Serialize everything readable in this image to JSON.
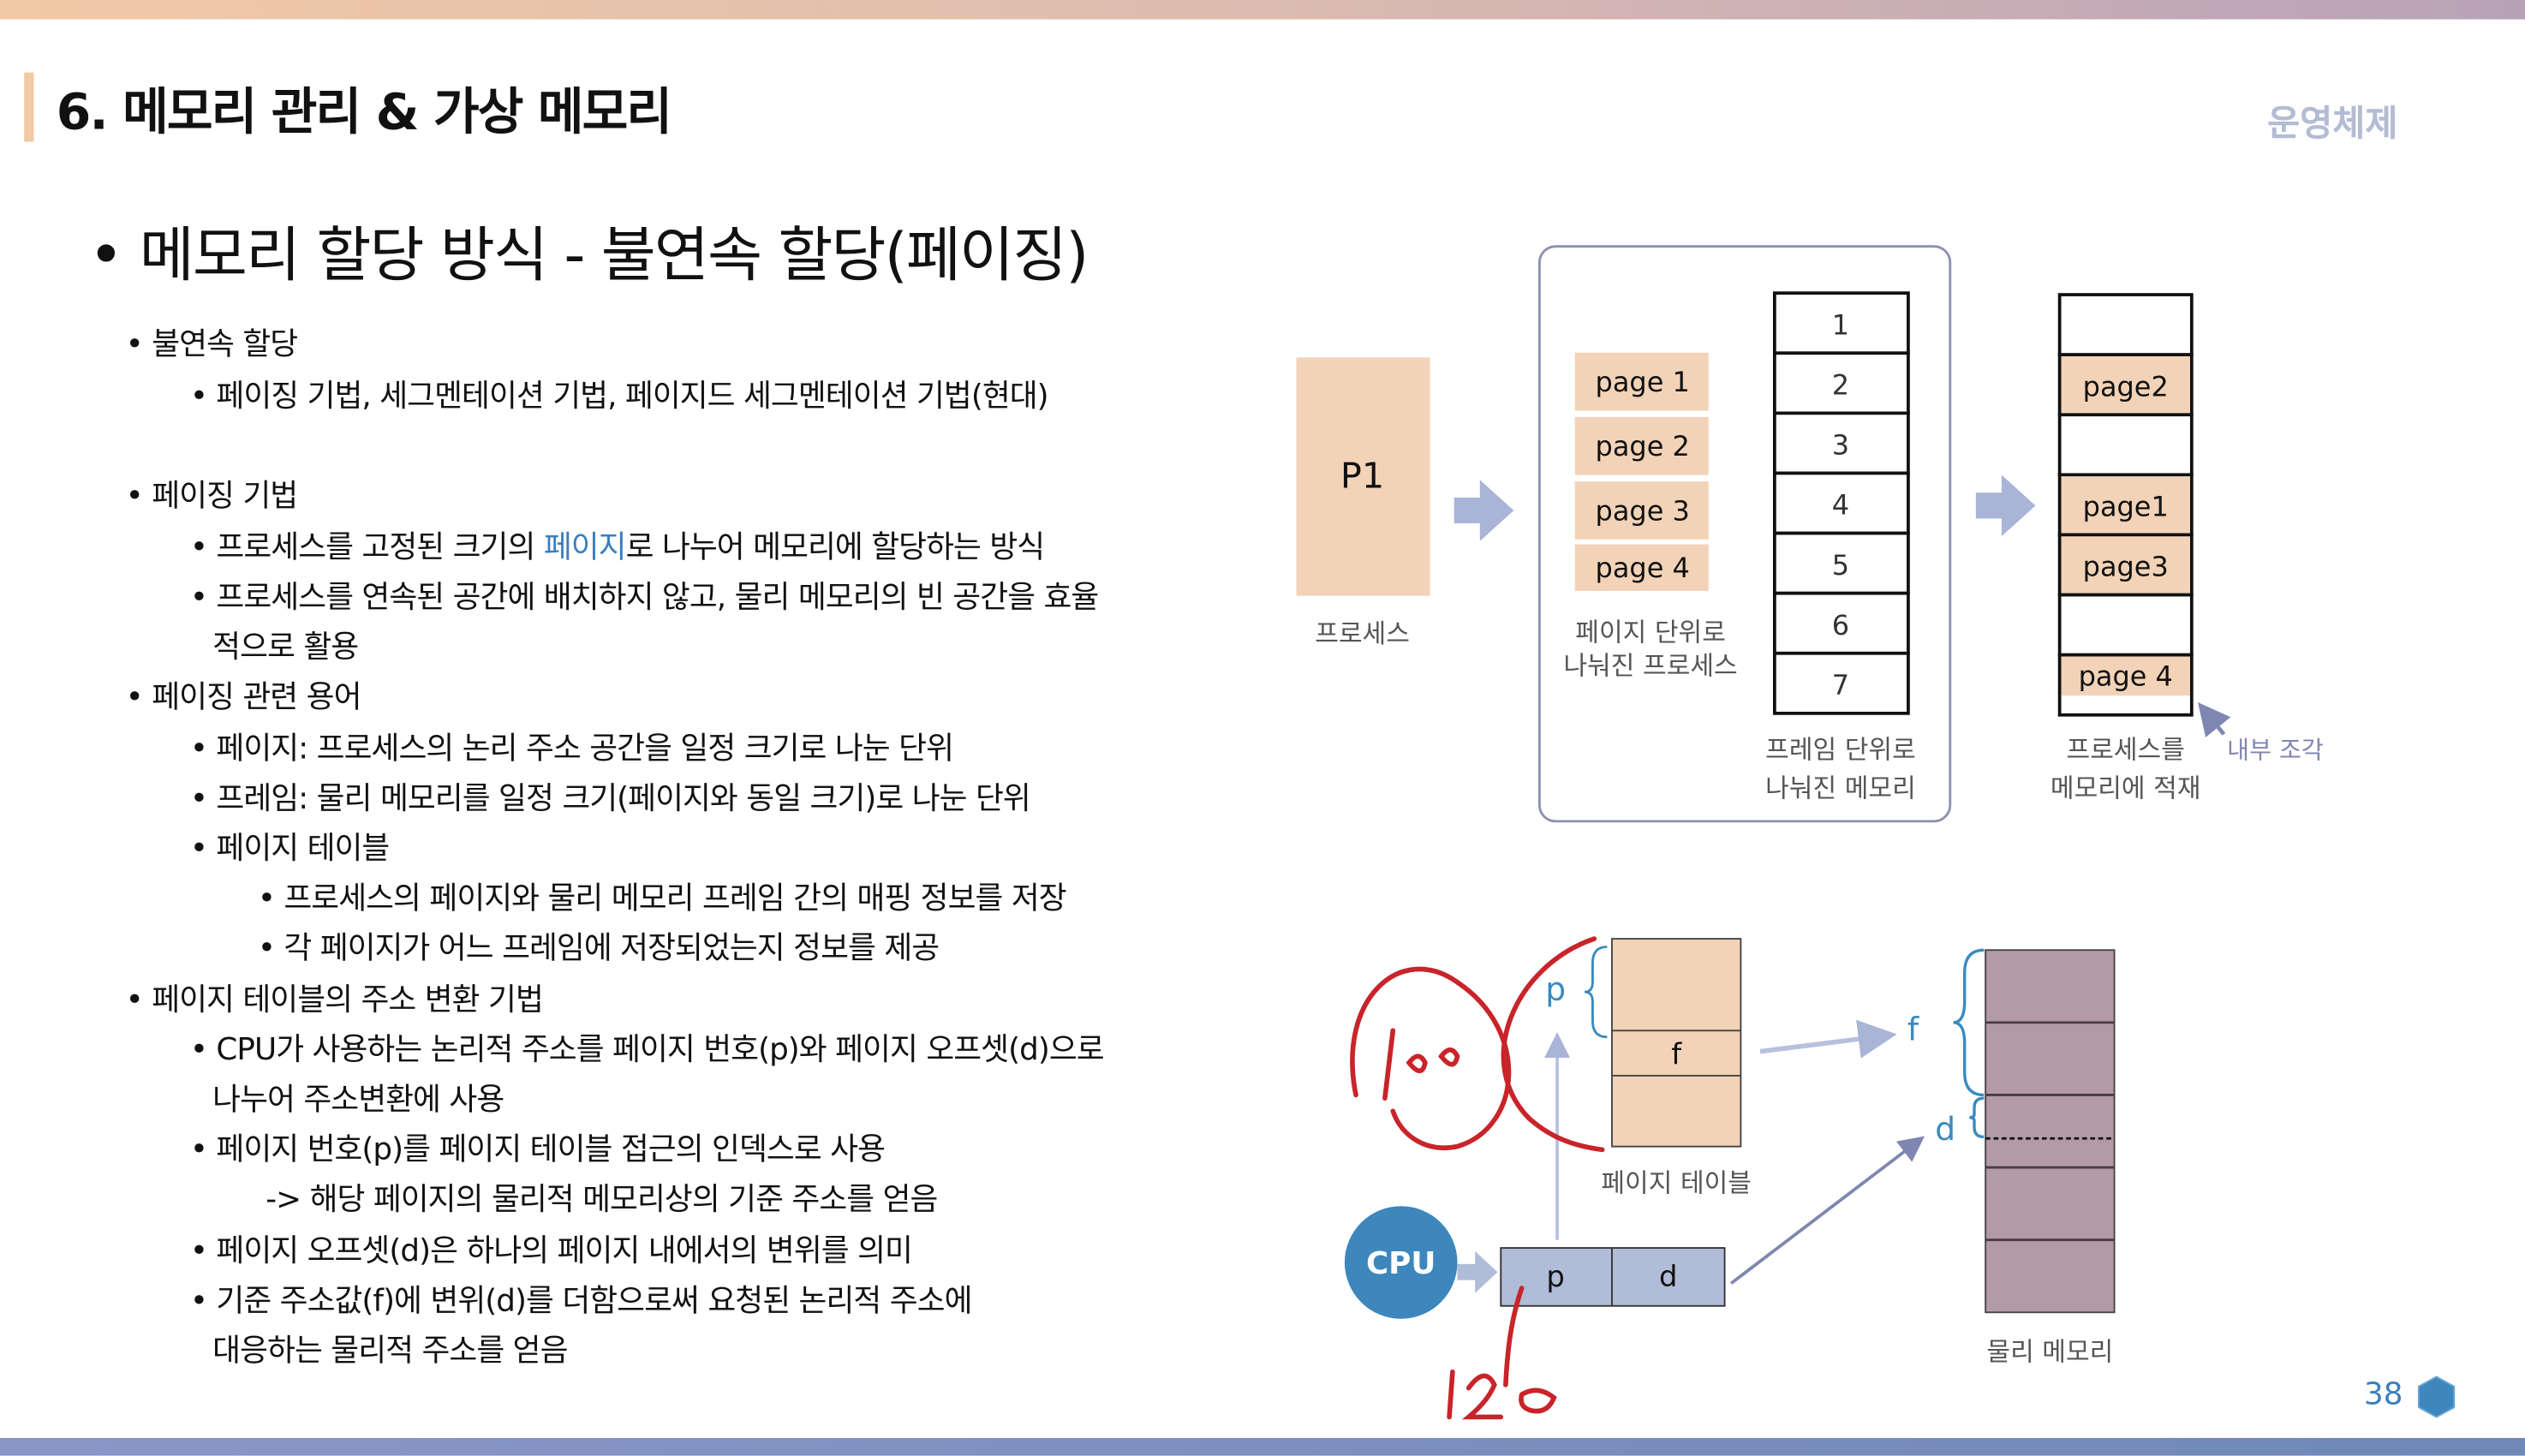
{
  "slide": {
    "title": "6. 메모리 관리 & 가상 메모리",
    "subject": "운영체제",
    "heading": "• 메모리 할당 방식 - 불연속 할당(페이징)",
    "page_number": "38"
  },
  "bullets": [
    {
      "level": 1,
      "text": "• 불연속 할당"
    },
    {
      "level": 2,
      "text": "• 페이징 기법, 세그멘테이션 기법, 페이지드 세그멘테이션 기법(현대)"
    },
    {
      "level": 1,
      "text": "• 페이징 기법"
    },
    {
      "level": 2,
      "pre": "• 프로세스를 고정된 크기의 ",
      "highlight": "페이지",
      "post": "로 나누어 메모리에 할당하는 방식"
    },
    {
      "level": 2,
      "text": "• 프로세스를 연속된 공간에 배치하지 않고, 물리 메모리의 빈 공간을 효율"
    },
    {
      "level": 2,
      "text": "적으로 활용"
    },
    {
      "level": 1,
      "text": "• 페이징 관련 용어"
    },
    {
      "level": 2,
      "text": "• 페이지: 프로세스의 논리 주소 공간을 일정 크기로 나눈 단위"
    },
    {
      "level": 2,
      "text": "• 프레임: 물리 메모리를 일정 크기(페이지와 동일 크기)로 나눈 단위"
    },
    {
      "level": 2,
      "text": "• 페이지 테이블"
    },
    {
      "level": 3,
      "text": "• 프로세스의 페이지와 물리 메모리 프레임 간의 매핑 정보를 저장"
    },
    {
      "level": 3,
      "text": "• 각 페이지가 어느 프레임에 저장되었는지 정보를 제공"
    },
    {
      "level": 1,
      "text": "• 페이지 테이블의 주소 변환 기법"
    },
    {
      "level": 2,
      "text": "• CPU가 사용하는 논리적 주소를 페이지 번호(p)와 페이지 오프셋(d)으로"
    },
    {
      "level": 2,
      "text": "나누어 주소변환에 사용"
    },
    {
      "level": 2,
      "text": "• 페이지 번호(p)를 페이지 테이블 접근의 인덱스로 사용"
    },
    {
      "level": 3,
      "text": "-> 해당 페이지의 물리적 메모리상의 기준 주소를 얻음"
    },
    {
      "level": 2,
      "text": "• 페이지 오프셋(d)은 하나의 페이지 내에서의 변위를 의미"
    },
    {
      "level": 2,
      "text": "• 기준 주소값(f)에 변위(d)를 더함으로써 요청된 논리적 주소에"
    },
    {
      "level": 2,
      "text": "대응하는 물리적 주소를 얻음"
    }
  ],
  "diagram1": {
    "process": "P1",
    "process_label": "프로세스",
    "pages": [
      "page 1",
      "page 2",
      "page 3",
      "page 4"
    ],
    "pages_label_1": "페이지 단위로",
    "pages_label_2": "나눠진 프로세스",
    "frames": [
      "1",
      "2",
      "3",
      "4",
      "5",
      "6",
      "7"
    ],
    "frames_label_1": "프레임 단위로",
    "frames_label_2": "나눠진 메모리",
    "loaded": [
      "",
      "page2",
      "",
      "page1",
      "page3",
      "",
      "page 4"
    ],
    "loaded_label_1": "프로세스를",
    "loaded_label_2": "메모리에 적재",
    "fragment_label": "내부 조각"
  },
  "diagram2": {
    "cpu": "CPU",
    "addr_p": "p",
    "addr_d": "d",
    "table_p": "p",
    "table_f": "f",
    "table_label": "페이지 테이블",
    "mem_f": "f",
    "mem_d": "d",
    "mem_label": "물리 메모리"
  },
  "annotations": {
    "circled": "100",
    "written": "120"
  },
  "colors": {
    "peach": "#f2d3b8",
    "mauve": "#b39aa7",
    "addr_blue": "#b0bcd8",
    "cpu_blue": "#3d87bd",
    "label_blue": "#3a8ac0",
    "ink_red": "#c8242a",
    "arrow": "#a9b4d6"
  }
}
